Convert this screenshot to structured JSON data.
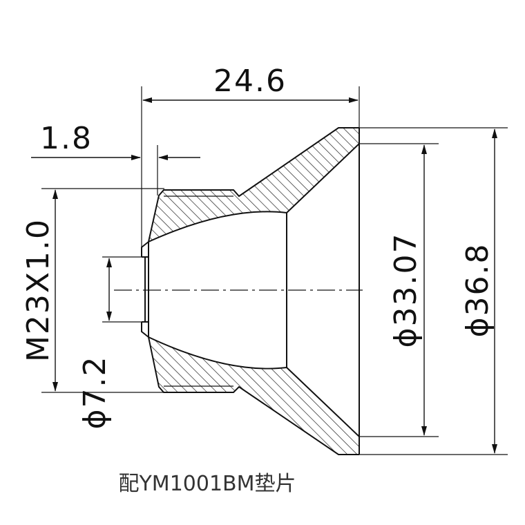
{
  "drawing": {
    "dimensions": {
      "overall_length": "24.6",
      "flange_thickness": "1.8",
      "thread_spec": "M23X1.0",
      "bore_diameter": "ϕ7.2",
      "inner_diameter": "ϕ33.07",
      "outer_diameter": "ϕ36.8"
    },
    "caption": "配YM1001BM垫片"
  }
}
